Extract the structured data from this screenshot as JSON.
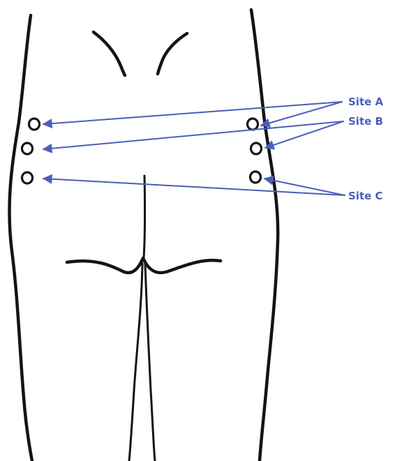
{
  "labels": {
    "site_a": "Site A",
    "site_b": "Site B",
    "site_c": "Site C"
  },
  "colors": {
    "outline": "#141414",
    "annotation": "#4a5fb8"
  }
}
